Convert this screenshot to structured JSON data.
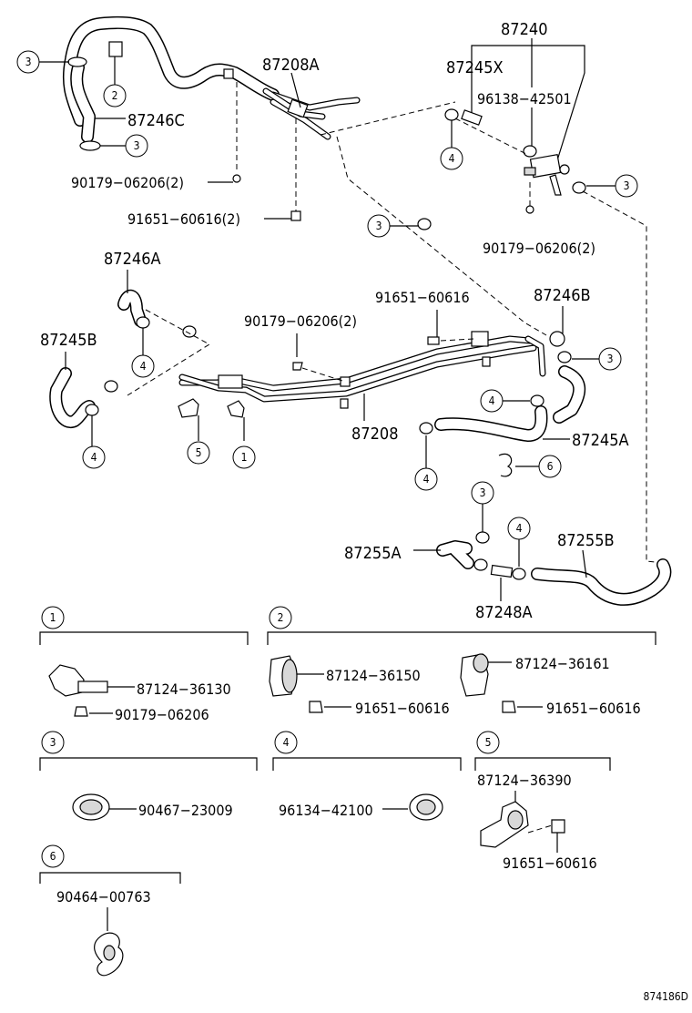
{
  "labels": {
    "p87240": "87240",
    "p87245X": "87245X",
    "p96138_42501": "96138−42501",
    "p87208A": "87208A",
    "p87246C": "87246C",
    "p90179_top": "90179−06206(2)",
    "p91651_top": "91651−60616(2)",
    "p90179_right": "90179−06206(2)",
    "p87246A": "87246A",
    "p91651_mid": "91651−60616",
    "p87246B": "87246B",
    "p90179_mid": "90179−06206(2)",
    "p87245B": "87245B",
    "p87208": "87208",
    "p87245A": "87245A",
    "p87255A": "87255A",
    "p87255B": "87255B",
    "p87248A": "87248A"
  },
  "callouts": {
    "n1": "1",
    "n2": "2",
    "n3": "3",
    "n4": "4",
    "n5": "5",
    "n6": "6"
  },
  "sections": {
    "s1": {
      "num": "1",
      "a": "87124−36130",
      "b": "90179−06206"
    },
    "s2": {
      "num": "2",
      "a": "87124−36150",
      "b": "91651−60616",
      "c": "87124−36161",
      "d": "91651−60616"
    },
    "s3": {
      "num": "3",
      "a": "90467−23009"
    },
    "s4": {
      "num": "4",
      "a": "96134−42100"
    },
    "s5": {
      "num": "5",
      "a": "87124−36390",
      "b": "91651−60616"
    },
    "s6": {
      "num": "6",
      "a": "90464−00763"
    }
  },
  "figure_id": "874186D"
}
